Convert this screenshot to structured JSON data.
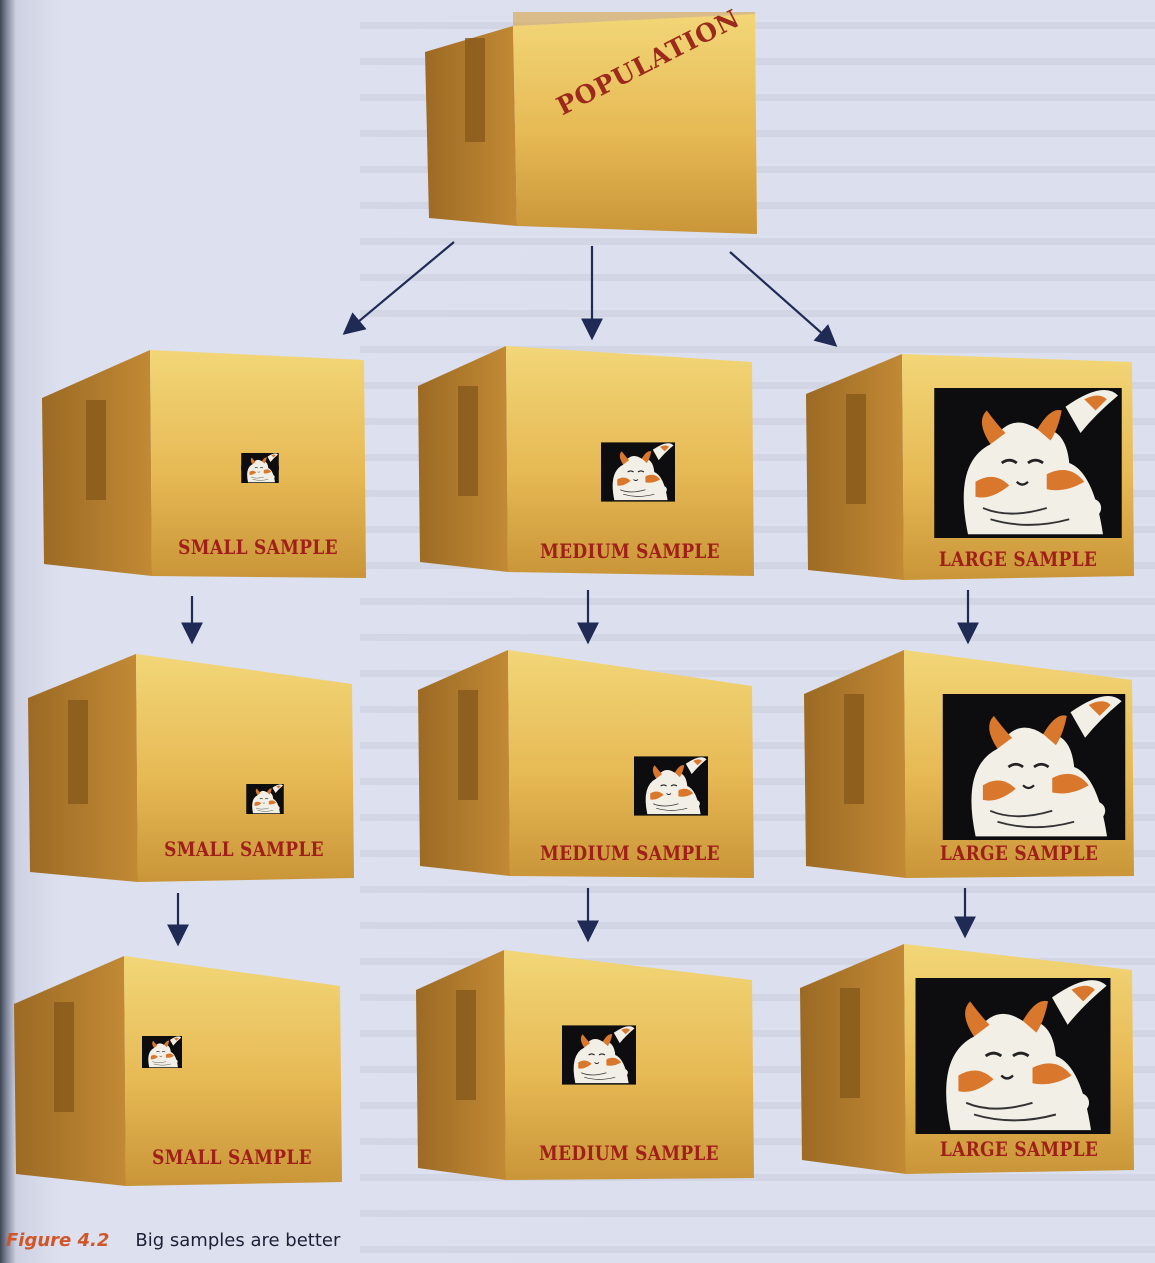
{
  "diagram": {
    "population_label": "POPULATION",
    "rows": [
      {
        "small": "SMALL SAMPLE",
        "medium": "MEDIUM SAMPLE",
        "large": "LARGE SAMPLE"
      },
      {
        "small": "SMALL SAMPLE",
        "medium": "MEDIUM SAMPLE",
        "large": "LARGE SAMPLE"
      },
      {
        "small": "SMALL SAMPLE",
        "medium": "MEDIUM SAMPLE",
        "large": "LARGE SAMPLE"
      }
    ],
    "colors": {
      "box_front": "#e3b44f",
      "box_side": "#b98330",
      "label": "#a01f1a",
      "arrow": "#1f2a55",
      "cat_orange": "#d9772c"
    }
  },
  "caption": {
    "figure_number": "Figure 4.2",
    "text": "Big samples are better"
  }
}
